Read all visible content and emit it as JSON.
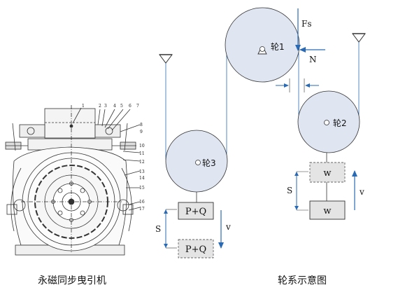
{
  "captions": {
    "left": "永磁同步曳引机",
    "right": "轮系示意图"
  },
  "diagram": {
    "wheel1": "轮1",
    "wheel2": "轮2",
    "wheel3": "轮3",
    "force_fs": "Fs",
    "force_n": "N",
    "load_top": "P+Q",
    "load_bottom": "P+Q",
    "weight_top": "w",
    "weight_bottom": "w",
    "s_left": "S",
    "v_left": "v",
    "s_right": "S",
    "v_right": "v"
  },
  "machine_callouts": [
    "1",
    "2",
    "3",
    "4",
    "5",
    "6",
    "7",
    "8",
    "9",
    "10",
    "11",
    "12",
    "13",
    "14",
    "15",
    "16",
    "17"
  ],
  "colors": {
    "rope_blue": "#2a6ab5",
    "wheel_fill": "#dfe6f1",
    "line_dark": "#333333",
    "box_fill": "#e4e4e4"
  }
}
